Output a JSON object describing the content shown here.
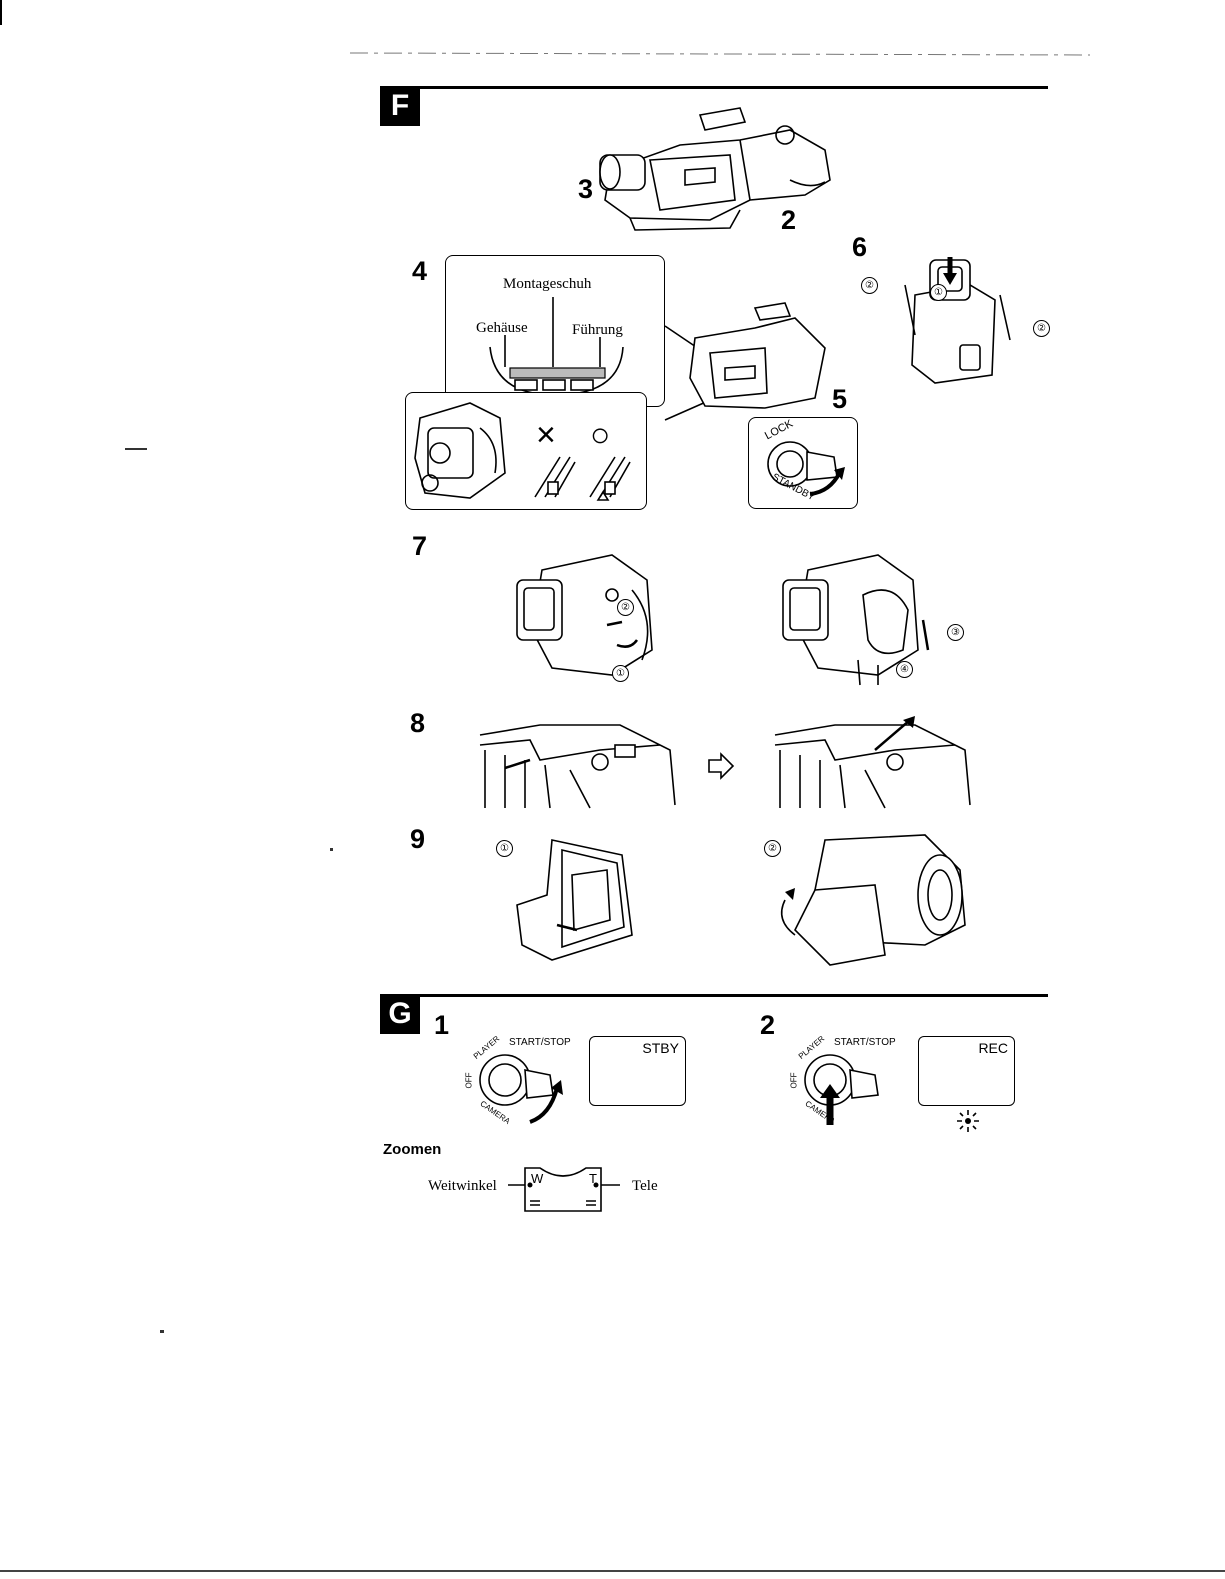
{
  "sections": {
    "f": {
      "letter": "F",
      "steps": [
        "2",
        "3",
        "4",
        "5",
        "6",
        "7",
        "8",
        "9"
      ],
      "callout": {
        "montageschuh": "Montageschuh",
        "gehaeuse": "Gehäuse",
        "fuehrung": "Führung"
      },
      "wrong_mark": "×",
      "right_mark": "○",
      "dial": {
        "lock": "LOCK",
        "standby": "STANDBY"
      },
      "circled": {
        "s6_a": "②",
        "s6_b": "①",
        "s6_c": "②",
        "s7_a": "②",
        "s7_b": "①",
        "s7_c": "③",
        "s7_d": "④",
        "s9_a": "①",
        "s9_b": "②"
      }
    },
    "g": {
      "letter": "G",
      "steps": [
        "1",
        "2"
      ],
      "switch": {
        "start_stop": "START/STOP",
        "player": "PLAYER",
        "off": "OFF",
        "camera": "CAMERA"
      },
      "display_1": "STBY",
      "display_2": "REC",
      "zoom": {
        "heading": "Zoomen",
        "wide_label": "Weitwinkel",
        "tele_label": "Tele",
        "w_mark": "W",
        "t_mark": "T"
      }
    }
  }
}
